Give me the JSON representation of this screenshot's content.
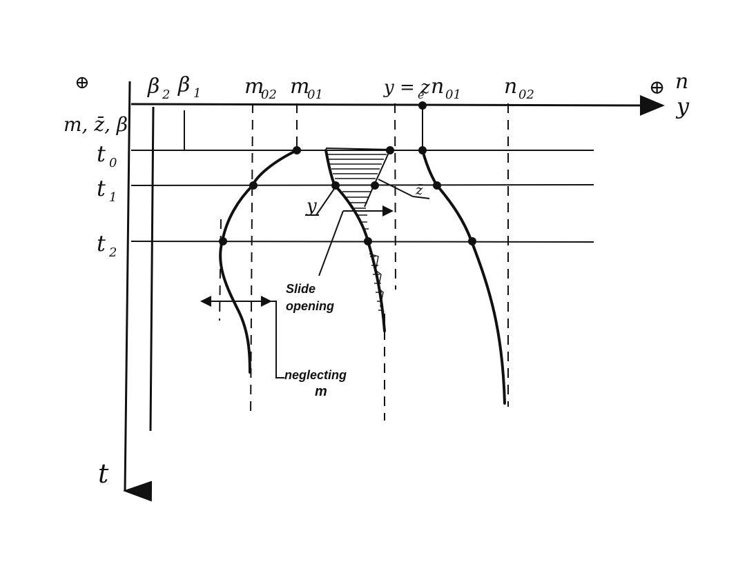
{
  "labels": {
    "circle_plus_left": "⊕",
    "circle_plus_right": "⊕",
    "beta2": "β",
    "beta2_sub": "2",
    "beta1": "β",
    "beta1_sub": "1",
    "m02": "m",
    "m02_sub": "02",
    "m01": "m",
    "m01_sub": "01",
    "yz": "y = z",
    "yz_sub": "e",
    "n01": "n",
    "n01_sub": "01",
    "n02": "n",
    "n02_sub": "02",
    "axis_n": "n",
    "axis_y": "y",
    "left_vars": "m, z̄, β",
    "t0": "t",
    "t0_sub": "0",
    "t1": "t",
    "t1_sub": "1",
    "t2": "t",
    "t2_sub": "2",
    "t_axis": "t",
    "y_curve": "y",
    "z_curve": "z̄"
  },
  "annotations": {
    "slide_line1": "Slide",
    "slide_line2": "opening",
    "neglecting_line1": "neglecting",
    "neglecting_line2": "m"
  }
}
